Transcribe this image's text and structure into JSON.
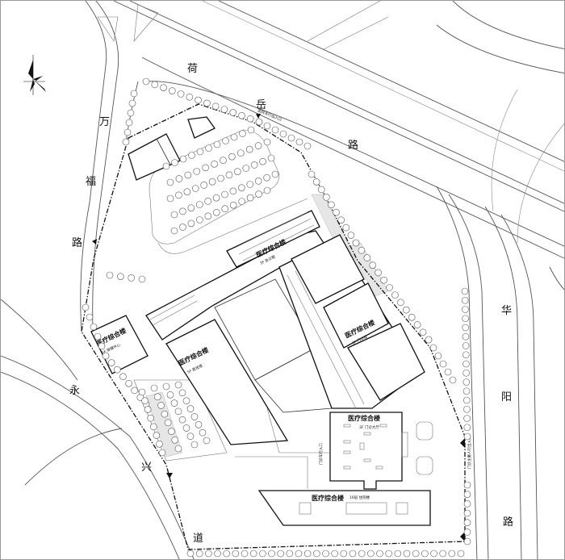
{
  "roads": {
    "north": [
      "荷",
      "岳",
      "路"
    ],
    "west": [
      "万",
      "福",
      "路"
    ],
    "southwest": [
      "永",
      "兴",
      "道"
    ],
    "east": [
      "华",
      "阳",
      "路"
    ]
  },
  "buildings": {
    "main_label": "医疗综合楼",
    "outpatient_sub": "3F 门诊大厅",
    "west_sub": "5F 保健中心",
    "center_sub": "5F 医技楼",
    "north_sub": "3F 急诊楼",
    "east_sub": "3F 门诊楼",
    "south_sub": "16层 住院楼"
  },
  "entrances": {
    "north_entrance": "医院车行出入口",
    "east_entrance": "门诊主要人行出入口",
    "south_entrance": "门诊车行入口"
  },
  "compass": "north-arrow"
}
